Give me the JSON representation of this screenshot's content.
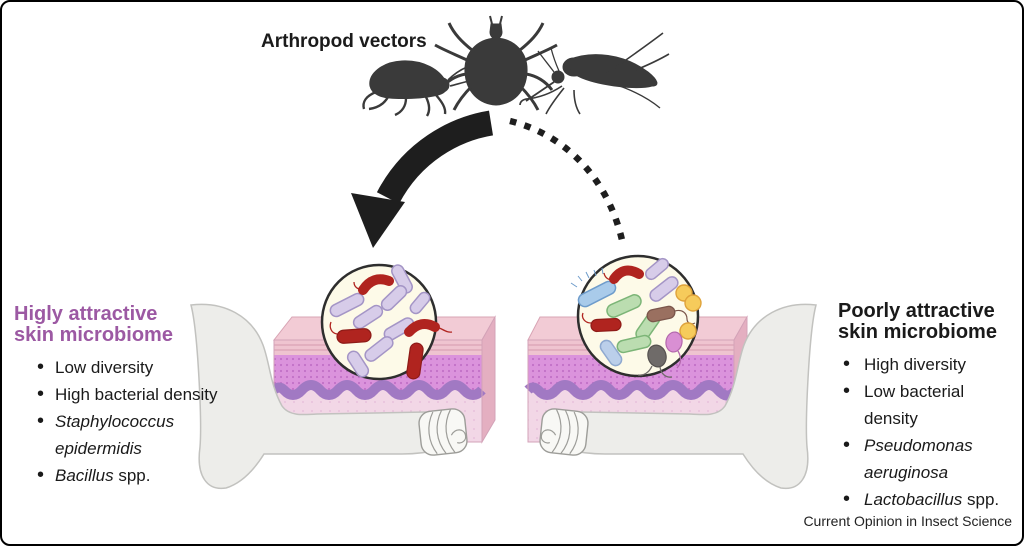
{
  "title": "Arthropod vectors",
  "credit": "Current Opinion in Insect Science",
  "left_panel": {
    "heading_line1": "Higly attractive",
    "heading_line2": "skin microbiome",
    "bullets": [
      {
        "pre": "Low diversity",
        "it": "",
        "post": ""
      },
      {
        "pre": "High bacterial density",
        "it": "",
        "post": ""
      },
      {
        "pre": "",
        "it": "Staphylococcus epidermidis",
        "post": ""
      },
      {
        "pre": "",
        "it": "Bacillus",
        "post": " spp."
      }
    ]
  },
  "right_panel": {
    "heading_line1": "Poorly attractive",
    "heading_line2": "skin microbiome",
    "bullets": [
      {
        "pre": "High diversity",
        "it": "",
        "post": ""
      },
      {
        "pre": "Low bacterial density",
        "it": "",
        "post": ""
      },
      {
        "pre": "",
        "it": "Pseudomonas aeruginosa",
        "post": ""
      },
      {
        "pre": "",
        "it": "Lactobacillus",
        "post": " spp."
      }
    ]
  },
  "icons": {
    "vectors": [
      "flea-icon",
      "tick-icon",
      "mosquito-icon"
    ],
    "arrows": [
      "solid-curved-arrow",
      "dotted-curved-arrow"
    ],
    "magnifiers": [
      "left-microbiome-circle",
      "right-microbiome-circle"
    ]
  },
  "colors": {
    "heading_left": "#9C59A3",
    "heading_right": "#1A1A1A",
    "arrow": "#1E1E1E",
    "insect_silhouette": "#3A3A3A",
    "skin_top_face": "#F2CBD5",
    "skin_stratum_band": "#EFC4D0",
    "skin_epidermis": "#DB93DC",
    "skin_wavy_membrane": "#A179C3",
    "skin_dermis": "#F2D7E6",
    "arm_fill": "#EDEDEA",
    "circle_bg": "#FDFAE8",
    "bacteria_lavender": "#D7CCE9",
    "bacteria_red": "#B0241F",
    "bacteria_green": "#BBDDB0",
    "bacteria_blue": "#A9CBEA",
    "bacteria_light_blue": "#BBCFEA",
    "bacteria_yellow": "#F6CB5B",
    "bacteria_brown": "#9A7060",
    "bacteria_gray": "#6F6B69",
    "bacteria_pink": "#D98FD3"
  }
}
